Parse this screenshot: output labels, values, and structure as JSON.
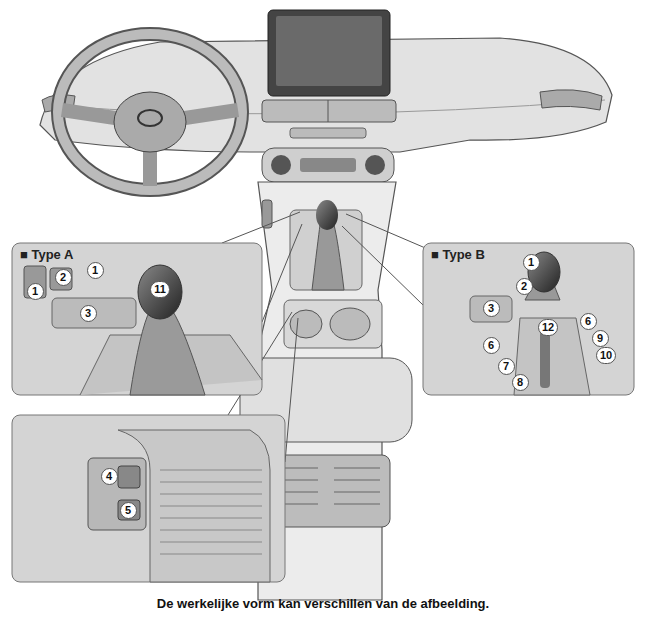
{
  "diagram": {
    "caption": "De werkelijke vorm kan verschillen van de afbeelding.",
    "nodes": [
      {
        "text": [
          "■ Type A"
        ]
      },
      {
        "text": [
          "■ Type B"
        ]
      }
    ],
    "edges": [],
    "labels": [
      "1",
      "2",
      "1",
      "3",
      "11",
      "1",
      "2",
      "3",
      "12",
      "6",
      "9",
      "10",
      "6",
      "7",
      "8",
      "4",
      "5"
    ]
  }
}
